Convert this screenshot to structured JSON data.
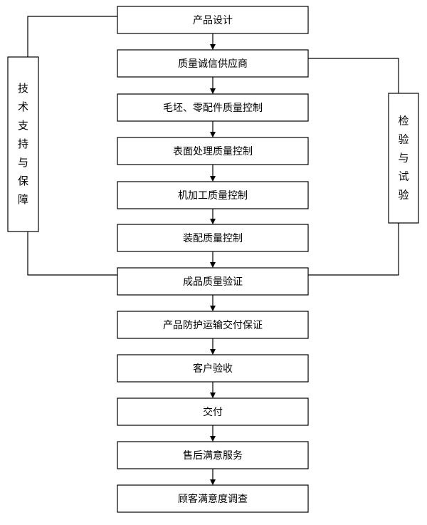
{
  "steps": [
    "产品设计",
    "质量诚信供应商",
    "毛坯、零配件质量控制",
    "表面处理质量控制",
    "机加工质量控制",
    "装配质量控制",
    "成品质量验证",
    "产品防护运输交付保证",
    "客户验收",
    "交付",
    "售后满意服务",
    "顾客满意度调查"
  ],
  "left_box": {
    "label": "技术支持与保障"
  },
  "right_box": {
    "label": "检验与试验"
  },
  "colors": {
    "line": "#000000",
    "box_border": "#000000",
    "background": "#ffffff"
  }
}
